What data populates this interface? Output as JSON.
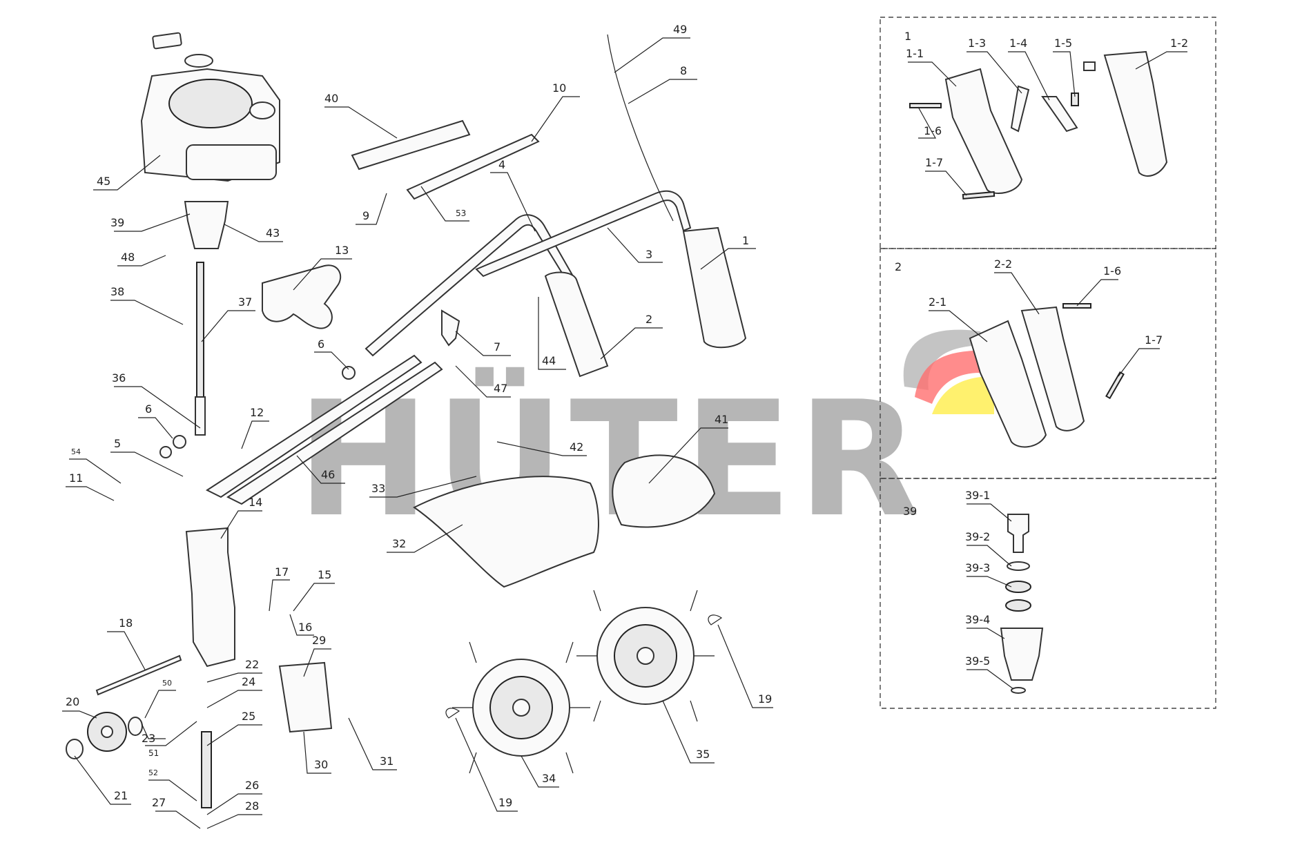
{
  "watermark": {
    "text": "HÜTER",
    "colors": {
      "gray": "#a9a9a9",
      "red": "#ff6f6f",
      "yellow": "#ffef55"
    }
  },
  "inset_labels": {
    "inset1": "1",
    "inset2": "2",
    "inset3": "39"
  },
  "callouts": {
    "c1": "1",
    "c2": "2",
    "c3": "3",
    "c4": "4",
    "c5": "5",
    "c6a": "6",
    "c6b": "6",
    "c7": "7",
    "c8": "8",
    "c9": "9",
    "c10": "10",
    "c11": "11",
    "c12": "12",
    "c13": "13",
    "c14": "14",
    "c15": "15",
    "c16": "16",
    "c17": "17",
    "c18": "18",
    "c19a": "19",
    "c19b": "19",
    "c20": "20",
    "c21": "21",
    "c22": "22",
    "c23": "23",
    "c24": "24",
    "c25": "25",
    "c26": "26",
    "c27": "27",
    "c28": "28",
    "c29": "29",
    "c30": "30",
    "c31": "31",
    "c32": "32",
    "c33": "33",
    "c34": "34",
    "c35": "35",
    "c36": "36",
    "c37": "37",
    "c38": "38",
    "c39": "39",
    "c40": "40",
    "c41": "41",
    "c42": "42",
    "c43": "43",
    "c44": "44",
    "c45": "45",
    "c46": "46",
    "c47": "47",
    "c48": "48",
    "c49": "49",
    "c50": "50",
    "c51": "51",
    "c52": "52",
    "c53": "53",
    "c54": "54",
    "i1_1": "1-1",
    "i1_2": "1-2",
    "i1_3": "1-3",
    "i1_4": "1-4",
    "i1_5": "1-5",
    "i1_6": "1-6",
    "i1_7": "1-7",
    "i2_1": "2-1",
    "i2_2": "2-2",
    "i2_6": "1-6",
    "i2_7": "1-7",
    "i39_1": "39-1",
    "i39_2": "39-2",
    "i39_3": "39-3",
    "i39_4": "39-4",
    "i39_5": "39-5"
  }
}
